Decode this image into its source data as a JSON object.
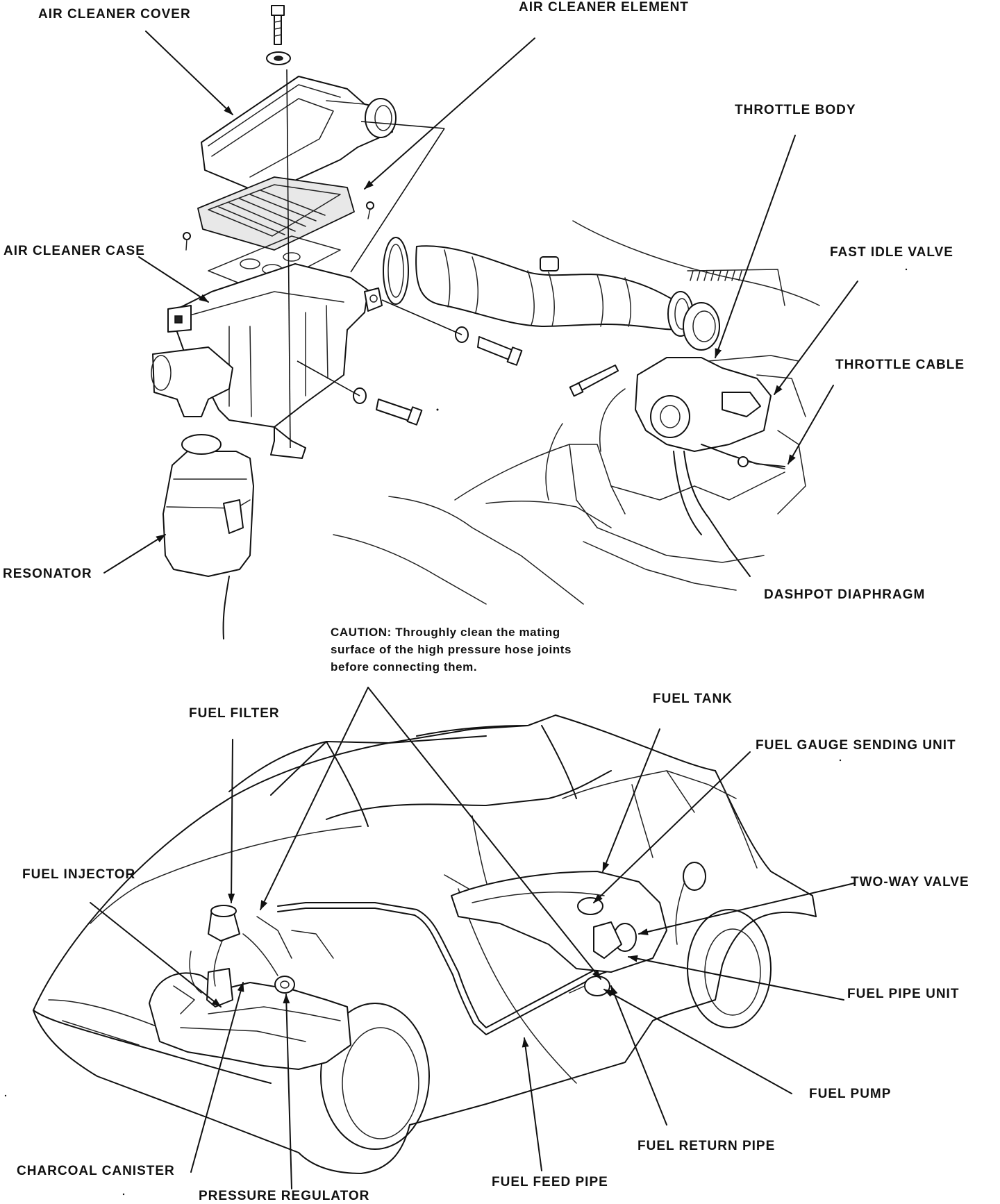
{
  "labels": {
    "air_cleaner_cover": "AIR CLEANER COVER",
    "air_cleaner_element": "AIR CLEANER ELEMENT",
    "throttle_body": "THROTTLE BODY",
    "air_cleaner_case": "AIR CLEANER CASE",
    "fast_idle_valve": "FAST IDLE VALVE",
    "throttle_cable": "THROTTLE CABLE",
    "resonator": "RESONATOR",
    "dashpot_diaphragm": "DASHPOT DIAPHRAGM",
    "fuel_tank": "FUEL TANK",
    "fuel_filter": "FUEL FILTER",
    "fuel_gauge_sending_unit": "FUEL GAUGE SENDING UNIT",
    "fuel_injector": "FUEL INJECTOR",
    "two_way_valve": "TWO-WAY VALVE",
    "fuel_pipe_unit": "FUEL PIPE UNIT",
    "fuel_pump": "FUEL PUMP",
    "fuel_return_pipe": "FUEL RETURN PIPE",
    "charcoal_canister": "CHARCOAL CANISTER",
    "fuel_feed_pipe": "FUEL FEED PIPE",
    "pressure_regulator": "PRESSURE REGULATOR"
  },
  "caution": {
    "line1": "CAUTION: Throughly clean the mating",
    "line2": "surface of the high pressure hose joints",
    "line3": "before connecting them."
  }
}
